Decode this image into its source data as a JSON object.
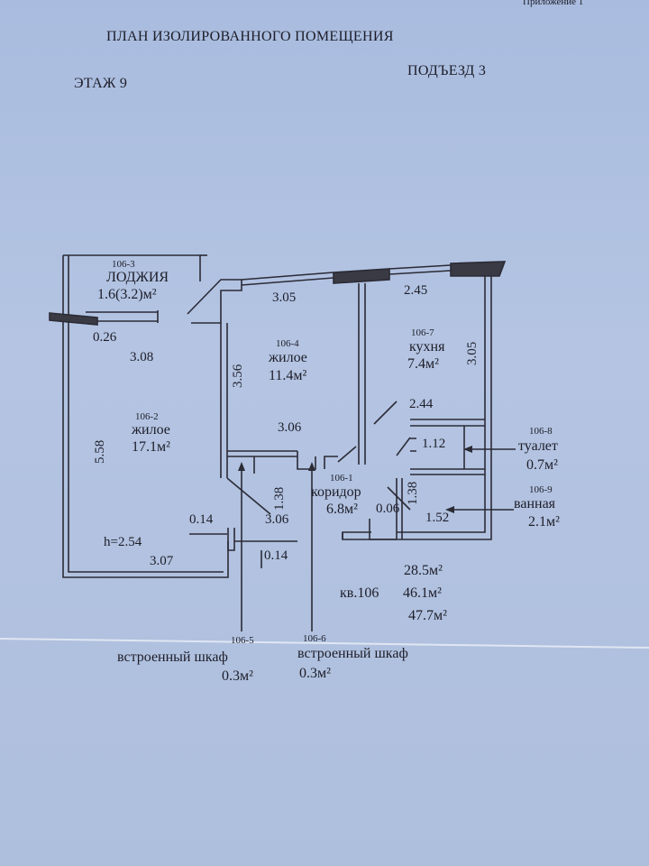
{
  "header": {
    "corner": "Приложение 1",
    "title": "ПЛАН ИЗОЛИРОВАННОГО ПОМЕЩЕНИЯ",
    "floor": "ЭТАЖ 9",
    "entrance": "ПОДЪЕЗД 3"
  },
  "rooms": {
    "loggia": {
      "code": "106-3",
      "name": "ЛОДЖИЯ",
      "area": "1.6(3.2)м²"
    },
    "living_large": {
      "code": "106-2",
      "name": "жилое",
      "area": "17.1м²"
    },
    "living_small": {
      "code": "106-4",
      "name": "жилое",
      "area": "11.4м²"
    },
    "kitchen": {
      "code": "106-7",
      "name": "кухня",
      "area": "7.4м²"
    },
    "corridor": {
      "code": "106-1",
      "name": "коридор",
      "area": "6.8м²"
    },
    "toilet": {
      "code": "106-8",
      "name": "туалет",
      "area": "0.7м²"
    },
    "bath": {
      "code": "106-9",
      "name": "ванная",
      "area": "2.1м²"
    },
    "closet_a": {
      "code": "106-5",
      "name": "встроенный шкаф",
      "area": "0.3м²"
    },
    "closet_b": {
      "code": "106-6",
      "name": "встроенный шкаф",
      "area": "0.3м²"
    }
  },
  "dimensions": {
    "d_026": "0.26",
    "d_308": "3.08",
    "d_558": "5.58",
    "d_h": "h=2.54",
    "d_307": "3.07",
    "d_014a": "0.14",
    "d_014b": "0.14",
    "d_306a": "3.06",
    "d_306b": "3.06",
    "d_138a": "1.38",
    "d_138b": "1.38",
    "d_356": "3.56",
    "d_305h": "3.05",
    "d_305v": "3.05",
    "d_245": "2.45",
    "d_244": "2.44",
    "d_112": "1.12",
    "d_152": "1.52",
    "d_006": "0.06"
  },
  "totals": {
    "apartment": "кв.106",
    "living": "28.5м²",
    "total": "46.1м²",
    "total_with_loggia": "47.7м²"
  }
}
